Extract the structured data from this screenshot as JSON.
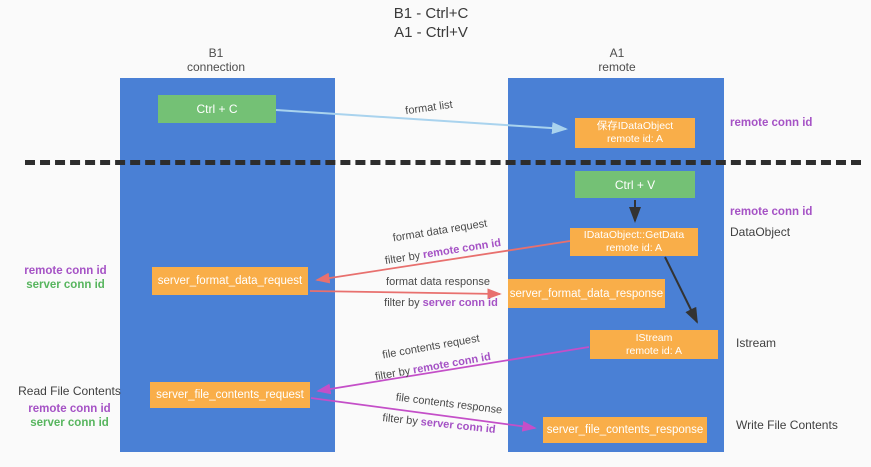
{
  "title": {
    "line1": "B1 - Ctrl+C",
    "line2": "A1 - Ctrl+V"
  },
  "lifelines": {
    "left": {
      "name": "B1",
      "role": "connection"
    },
    "right": {
      "name": "A1",
      "role": "remote"
    }
  },
  "nodes": {
    "ctrl_c": {
      "label": "Ctrl + C"
    },
    "save_idataobject": {
      "line1": "保存IDataObject",
      "line2": "remote id: A"
    },
    "ctrl_v": {
      "label": "Ctrl + V"
    },
    "getdata": {
      "line1": "IDataObject::GetData",
      "line2": "remote id: A"
    },
    "server_format_data_request": {
      "label": "server_format_data_request"
    },
    "server_format_data_response": {
      "label": "server_format_data_response"
    },
    "istream": {
      "line1": "IStream",
      "line2": "remote id: A"
    },
    "server_file_contents_request": {
      "label": "server_file_contents_request"
    },
    "server_file_contents_response": {
      "label": "server_file_contents_response"
    }
  },
  "arrows": {
    "format_list": {
      "label": "format list"
    },
    "format_data_request": {
      "label": "format data request",
      "filter_prefix": "filter by",
      "filter_key": "remote conn id"
    },
    "format_data_response": {
      "label": "format data response",
      "filter_prefix": "filter by",
      "filter_key": "server conn id"
    },
    "file_contents_request": {
      "label": "file contents request",
      "filter_prefix": "filter by",
      "filter_key": "remote conn id"
    },
    "file_contents_response": {
      "label": "file contents response",
      "filter_prefix": "filter by",
      "filter_key": "server conn id"
    }
  },
  "annotations": {
    "right_top_conn_id": "remote conn id",
    "right_mid_conn_id": "remote conn id",
    "dataobject": "DataObject",
    "istream": "Istream",
    "write_file_contents": "Write File Contents",
    "left_top": {
      "remote": "remote conn id",
      "server": "server conn id"
    },
    "left_bottom": {
      "title": "Read File Contents",
      "remote": "remote conn id",
      "server": "server conn id"
    }
  },
  "colors": {
    "lifeline_blue": "#4a80d5",
    "node_orange": "#f9ae49",
    "node_green": "#74c175",
    "arrow_light_blue": "#a9d3ee",
    "arrow_red": "#e8706e",
    "arrow_magenta": "#c44fc8",
    "arrow_black": "#333333",
    "text_purple": "#a552c5",
    "text_green": "#57b55e",
    "text_dark": "#404040",
    "background": "#fafafa"
  }
}
